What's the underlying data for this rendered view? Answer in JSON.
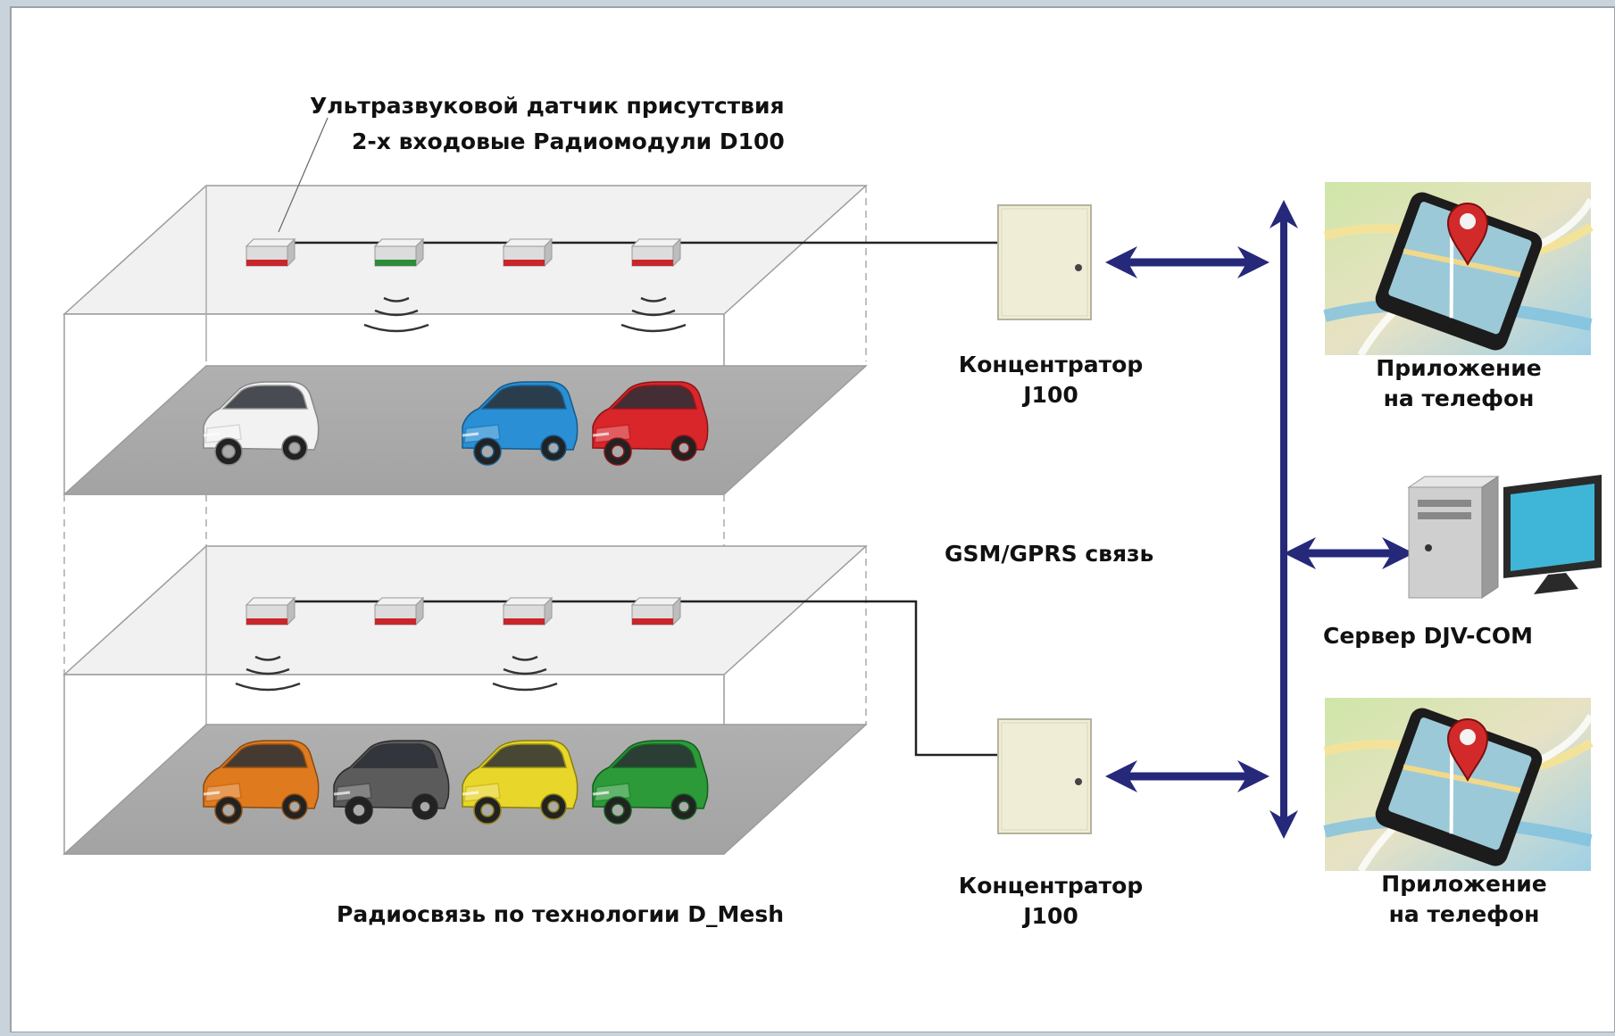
{
  "labels": {
    "sensor_line1": "Ультразвуковой датчик присутствия",
    "sensor_line2": "2-х входовые Радиомодули D100",
    "mesh": "Радиосвязь по технологии D_Mesh",
    "gsm": "GSM/GPRS связь",
    "hub_top_line1": "Концентратор",
    "hub_top_line2": "J100",
    "hub_bottom_line1": "Концентратор",
    "hub_bottom_line2": "J100",
    "app_top_line1": "Приложение",
    "app_top_line2": "на телефон",
    "app_bottom_line1": "Приложение",
    "app_bottom_line2": "на телефон",
    "server": "Сервер DJV-COM"
  },
  "colors": {
    "arrow": "#26287a",
    "sensor_free": "#2e8b3a",
    "sensor_busy": "#c8262b",
    "car_white": "#f2f2f2",
    "car_blue": "#2a8fd4",
    "car_red": "#d8262a",
    "car_orange": "#e07a1f",
    "car_gray": "#5b5b5b",
    "car_yellow": "#e8d62a",
    "car_green": "#2d9a3a"
  },
  "icons": [
    "ultrasonic-sensor-icon",
    "radio-wave-icon",
    "car-icon",
    "concentrator-box-icon",
    "phone-map-icon",
    "map-pin-icon",
    "server-pc-icon",
    "monitor-icon",
    "double-arrow-icon"
  ]
}
